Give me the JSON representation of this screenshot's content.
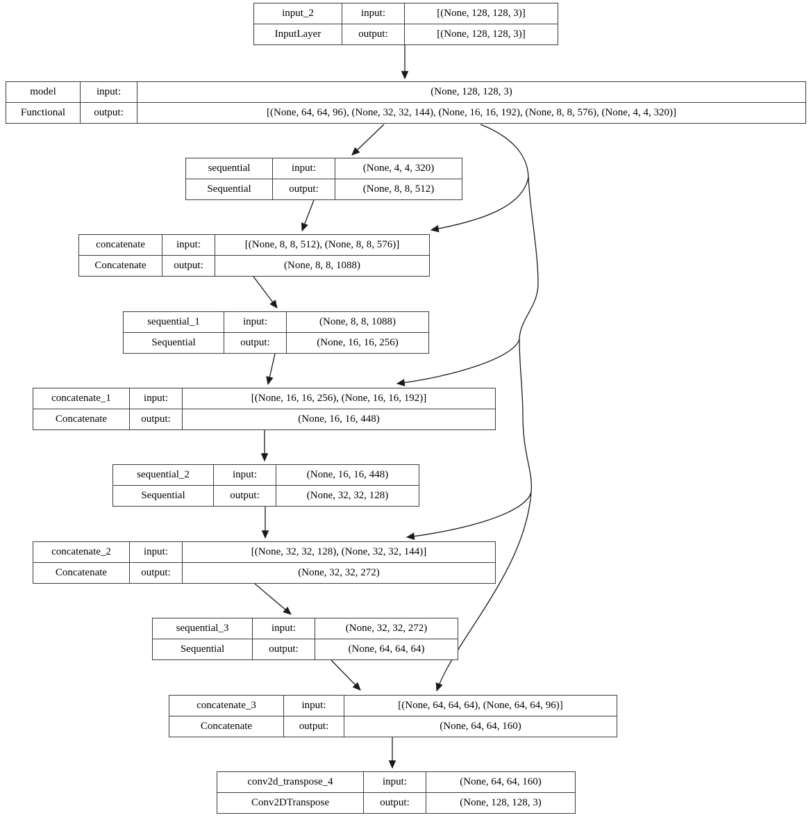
{
  "diagram_title": "Keras model graph (plot_model with shapes)",
  "labels": {
    "input": "input:",
    "output": "output:"
  },
  "colors": {
    "line": "#1a1a1a",
    "node_border": "#3a3a3a",
    "background": "#ffffff",
    "text": "#000000"
  },
  "nodes": [
    {
      "name": "input_2",
      "class": "InputLayer",
      "input": "[(None, 128, 128, 3)]",
      "output": "[(None, 128, 128, 3)]"
    },
    {
      "name": "model",
      "class": "Functional",
      "input": "(None, 128, 128, 3)",
      "output": "[(None, 64, 64, 96), (None, 32, 32, 144), (None, 16, 16, 192), (None, 8, 8, 576), (None, 4, 4, 320)]"
    },
    {
      "name": "sequential",
      "class": "Sequential",
      "input": "(None, 4, 4, 320)",
      "output": "(None, 8, 8, 512)"
    },
    {
      "name": "concatenate",
      "class": "Concatenate",
      "input": "[(None, 8, 8, 512), (None, 8, 8, 576)]",
      "output": "(None, 8, 8, 1088)"
    },
    {
      "name": "sequential_1",
      "class": "Sequential",
      "input": "(None, 8, 8, 1088)",
      "output": "(None, 16, 16, 256)"
    },
    {
      "name": "concatenate_1",
      "class": "Concatenate",
      "input": "[(None, 16, 16, 256), (None, 16, 16, 192)]",
      "output": "(None, 16, 16, 448)"
    },
    {
      "name": "sequential_2",
      "class": "Sequential",
      "input": "(None, 16, 16, 448)",
      "output": "(None, 32, 32, 128)"
    },
    {
      "name": "concatenate_2",
      "class": "Concatenate",
      "input": "[(None, 32, 32, 128), (None, 32, 32, 144)]",
      "output": "(None, 32, 32, 272)"
    },
    {
      "name": "sequential_3",
      "class": "Sequential",
      "input": "(None, 32, 32, 272)",
      "output": "(None, 64, 64, 64)"
    },
    {
      "name": "concatenate_3",
      "class": "Concatenate",
      "input": "[(None, 64, 64, 64), (None, 64, 64, 96)]",
      "output": "(None, 64, 64, 160)"
    },
    {
      "name": "conv2d_transpose_4",
      "class": "Conv2DTranspose",
      "input": "(None, 64, 64, 160)",
      "output": "(None, 128, 128, 3)"
    }
  ],
  "edges": [
    {
      "from": "input_2",
      "to": "model"
    },
    {
      "from": "model",
      "to": "sequential"
    },
    {
      "from": "model",
      "to": "concatenate"
    },
    {
      "from": "model",
      "to": "concatenate_1"
    },
    {
      "from": "model",
      "to": "concatenate_2"
    },
    {
      "from": "model",
      "to": "concatenate_3"
    },
    {
      "from": "sequential",
      "to": "concatenate"
    },
    {
      "from": "concatenate",
      "to": "sequential_1"
    },
    {
      "from": "sequential_1",
      "to": "concatenate_1"
    },
    {
      "from": "concatenate_1",
      "to": "sequential_2"
    },
    {
      "from": "sequential_2",
      "to": "concatenate_2"
    },
    {
      "from": "concatenate_2",
      "to": "sequential_3"
    },
    {
      "from": "sequential_3",
      "to": "concatenate_3"
    },
    {
      "from": "concatenate_3",
      "to": "conv2d_transpose_4"
    }
  ]
}
